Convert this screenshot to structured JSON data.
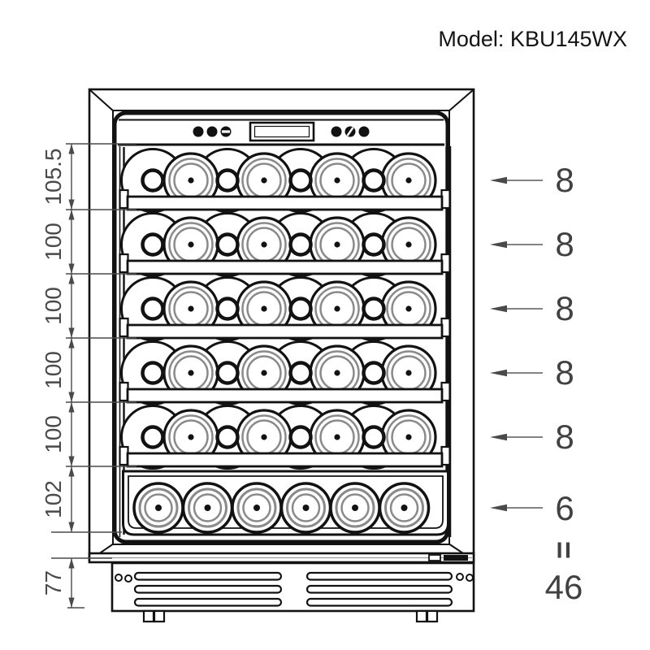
{
  "title": "Model: KBU145WX",
  "dimensions": {
    "left": [
      {
        "label": "105.5"
      },
      {
        "label": "100"
      },
      {
        "label": "100"
      },
      {
        "label": "100"
      },
      {
        "label": "100"
      },
      {
        "label": "102"
      },
      {
        "label": "77"
      }
    ]
  },
  "callouts": {
    "shelf_counts": [
      {
        "label": "8"
      },
      {
        "label": "8"
      },
      {
        "label": "8"
      },
      {
        "label": "8"
      },
      {
        "label": "8"
      },
      {
        "label": "6"
      }
    ],
    "equals": "=",
    "total": "46"
  },
  "colors": {
    "line": "#121212",
    "dimension_gray": "#4a4a4a",
    "bottle_ring_gray": "#8a8a8a"
  }
}
